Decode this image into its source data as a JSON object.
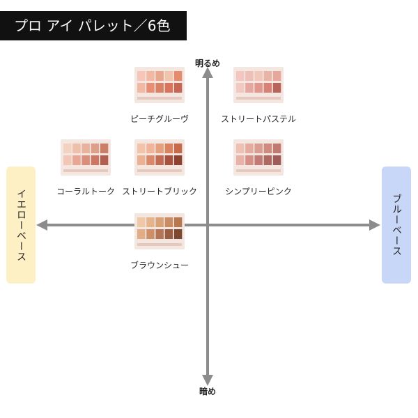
{
  "title": "プロ アイ パレット／6色",
  "axis": {
    "top": "明るめ",
    "bottom": "暗め",
    "left": "イエローベース",
    "right": "ブルーベース"
  },
  "products": [
    {
      "id": "peach",
      "name": "ピーチグルーヴ",
      "colors": [
        "#f6c7b8",
        "#f3b8a4",
        "#e9a88e",
        "#f1c4ad",
        "#e58c6f",
        "#f0b9a3",
        "#e78d74",
        "#d88164",
        "#d9745d",
        "#c76753"
      ]
    },
    {
      "id": "street-pastel",
      "name": "ストリートパステル",
      "colors": [
        "#f3c6c1",
        "#ecc0b6",
        "#f0c7b8",
        "#e9b4a8",
        "#e6a79c",
        "#f1c9c1",
        "#e5a7a0",
        "#e2978e",
        "#d98175",
        "#b8645a"
      ]
    },
    {
      "id": "coral",
      "name": "コーラルトーク",
      "colors": [
        "#f3d2c2",
        "#edc0ac",
        "#e7b39d",
        "#dca08a",
        "#cb7f67",
        "#f2c7b5",
        "#e8a795",
        "#db8f7a",
        "#cb7763",
        "#b1604f"
      ]
    },
    {
      "id": "street-brick",
      "name": "ストリートブリック",
      "colors": [
        "#f2c2ab",
        "#efb499",
        "#e5a07f",
        "#d98361",
        "#c76a4a",
        "#eab193",
        "#d9886a",
        "#c26a52",
        "#a7523f",
        "#8e4031"
      ]
    },
    {
      "id": "simply-pink",
      "name": "シンプリーピンク",
      "colors": [
        "#efc1b5",
        "#e4ab9f",
        "#d99d91",
        "#cf8b7f",
        "#c17a70",
        "#e8b3a6",
        "#d58f86",
        "#c37a74",
        "#b06862",
        "#9e5b57"
      ]
    },
    {
      "id": "brown-shoe",
      "name": "ブラウンシュー",
      "colors": [
        "#efc8a7",
        "#e5b48d",
        "#d8a277",
        "#ca8d63",
        "#b7784f",
        "#e2ad86",
        "#cc8f68",
        "#b37553",
        "#9a5f42",
        "#7c4830"
      ]
    }
  ]
}
